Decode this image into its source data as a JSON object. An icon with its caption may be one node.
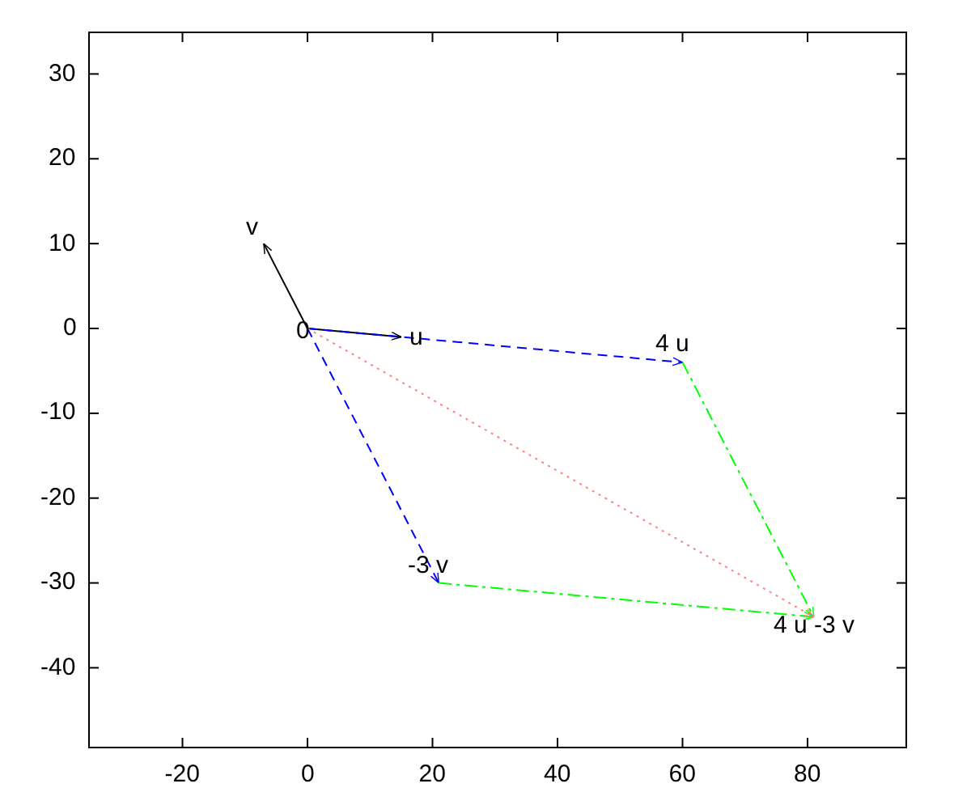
{
  "diagram": {
    "nodes": [
      {
        "text": [
          "0"
        ]
      },
      {
        "text": [
          "u"
        ]
      },
      {
        "text": [
          "v"
        ]
      },
      {
        "text": [
          "4 u"
        ]
      },
      {
        "text": [
          "-3 v"
        ]
      },
      {
        "text": [
          "4 u -3 v"
        ]
      }
    ],
    "edges": [
      {
        "from": 0,
        "to": 1,
        "arrow": "to"
      },
      {
        "from": 0,
        "to": 2,
        "arrow": "to"
      },
      {
        "from": 0,
        "to": 3,
        "arrow": "to",
        "style": "dashed",
        "color": "#0000ff"
      },
      {
        "from": 0,
        "to": 4,
        "arrow": "to",
        "style": "dashed",
        "color": "#0000ff"
      },
      {
        "from": 3,
        "to": 5,
        "arrow": "to",
        "style": "dashed",
        "color": "#00ff00"
      },
      {
        "from": 4,
        "to": 5,
        "arrow": "to",
        "style": "dashed",
        "color": "#00ff00"
      },
      {
        "from": 0,
        "to": 5,
        "arrow": "to",
        "style": "dashed",
        "color": "#ff8080"
      }
    ],
    "labels": [
      "30",
      "20",
      "10",
      "0",
      "-10",
      "-20",
      "-30",
      "-40",
      "-20",
      "0",
      "20",
      "40",
      "60",
      "80"
    ]
  }
}
